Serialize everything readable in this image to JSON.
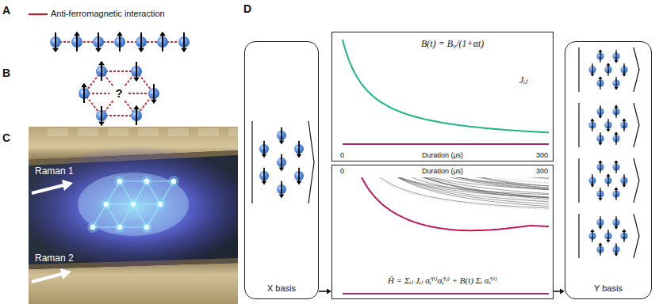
{
  "diagram": {
    "nodes": [
      {
        "text": [
          "X basis"
        ]
      },
      {
        "text": [
          "B(t) = B₀/(1+αt)",
          "Jᵢⱼ",
          "0",
          "Duration (μs)",
          "300"
        ]
      },
      {
        "text": [
          "Ĥ = Σᵢⱼ Jᵢⱼ σ̂ᵧ⁽ⁱ⁾σ̂ᵧ⁽ʲ⁾ + B(t) Σᵢ σ̂ₓ⁽ⁱ⁾",
          "0",
          "Duration (μs)",
          "300"
        ]
      },
      {
        "text": [
          "Y basis"
        ]
      }
    ],
    "edges": [
      {
        "from": 0,
        "to": 2,
        "arrow": "to"
      },
      {
        "from": 2,
        "to": 3,
        "arrow": "to"
      }
    ],
    "labels": [
      "A",
      "B",
      "C",
      "D",
      "?",
      "Raman 1",
      "Raman 2"
    ],
    "legend": [
      {
        "text": "Anti-ferromagnetic interaction"
      }
    ]
  }
}
